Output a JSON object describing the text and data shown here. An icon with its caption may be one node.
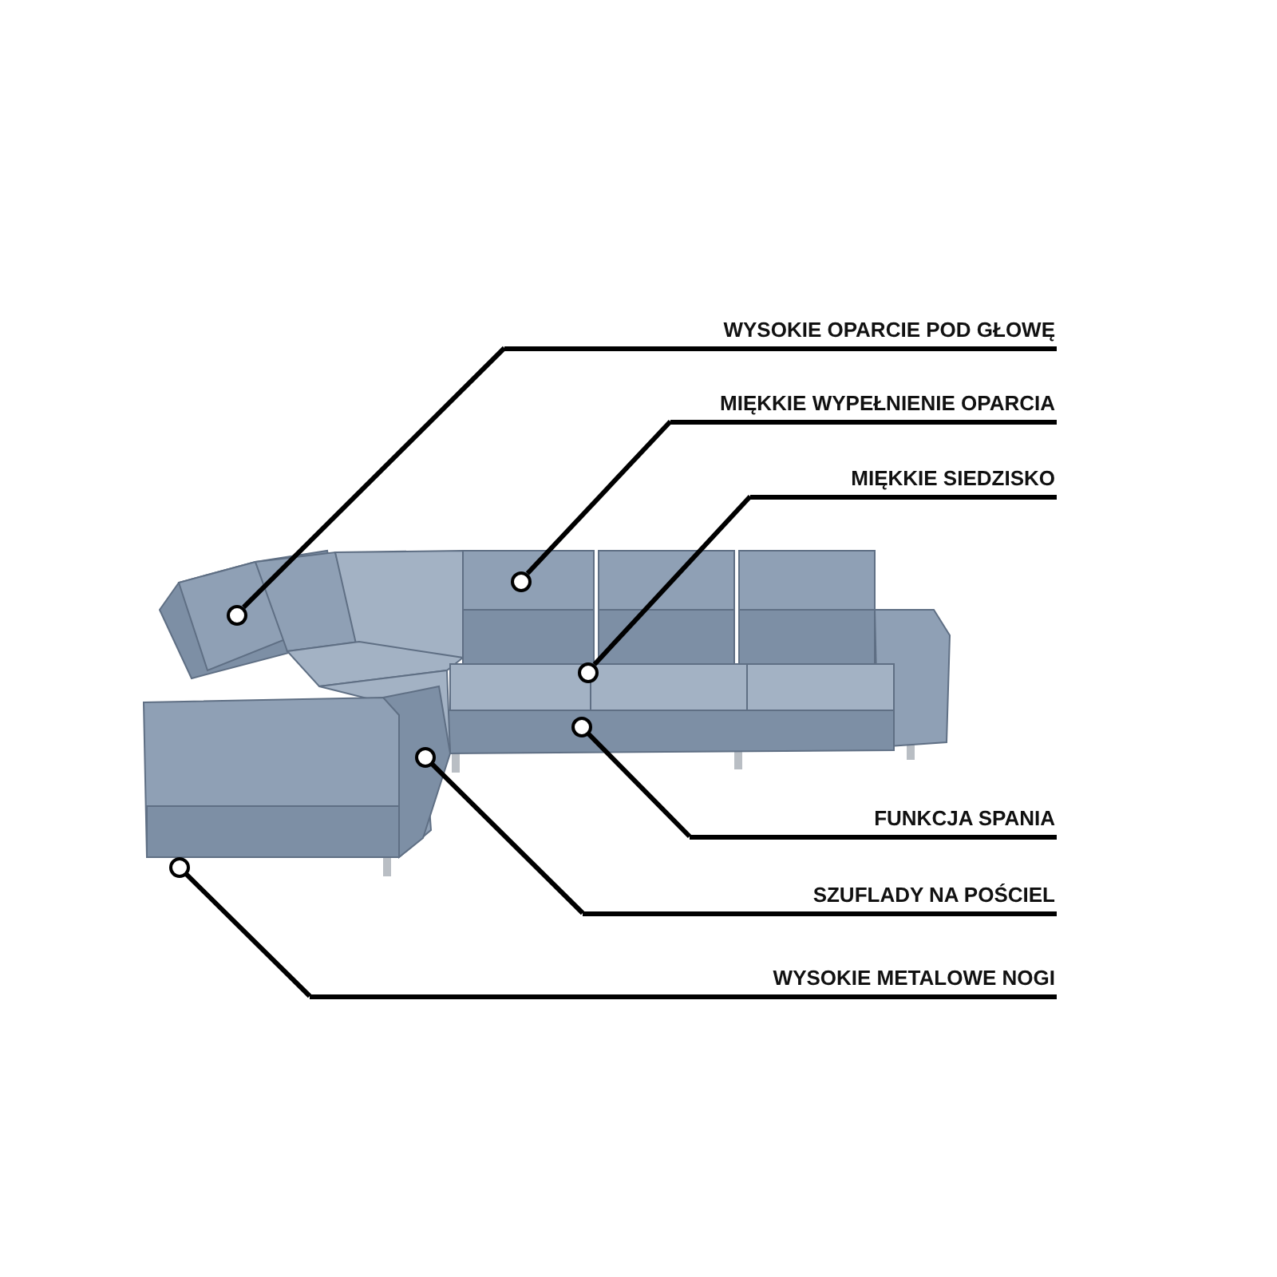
{
  "diagram": {
    "nodes": [
      {
        "text": [
          "WYSOKIE OPARCIE POD GŁOWĘ"
        ]
      },
      {
        "text": [
          "MIĘKKIE WYPEŁNIENIE OPARCIA"
        ]
      },
      {
        "text": [
          "MIĘKKIE SIEDZISKO"
        ]
      },
      {
        "text": [
          "FUNKCJA SPANIA"
        ]
      },
      {
        "text": [
          "SZUFLADY NA POŚCIEL"
        ]
      },
      {
        "text": [
          "WYSOKIE METALOWE NOGI"
        ]
      },
      {
        "text": [],
        "shape": "circle"
      },
      {
        "text": [],
        "shape": "circle"
      },
      {
        "text": [],
        "shape": "circle"
      },
      {
        "text": [],
        "shape": "circle"
      },
      {
        "text": [],
        "shape": "circle"
      },
      {
        "text": [],
        "shape": "circle"
      }
    ],
    "edges": [
      {
        "from": 0,
        "to": 6,
        "arrow": "none"
      },
      {
        "from": 1,
        "to": 7,
        "arrow": "none"
      },
      {
        "from": 2,
        "to": 8,
        "arrow": "none"
      },
      {
        "from": 3,
        "to": 9,
        "arrow": "none"
      },
      {
        "from": 4,
        "to": 10,
        "arrow": "none"
      },
      {
        "from": 5,
        "to": 11,
        "arrow": "none"
      }
    ]
  }
}
